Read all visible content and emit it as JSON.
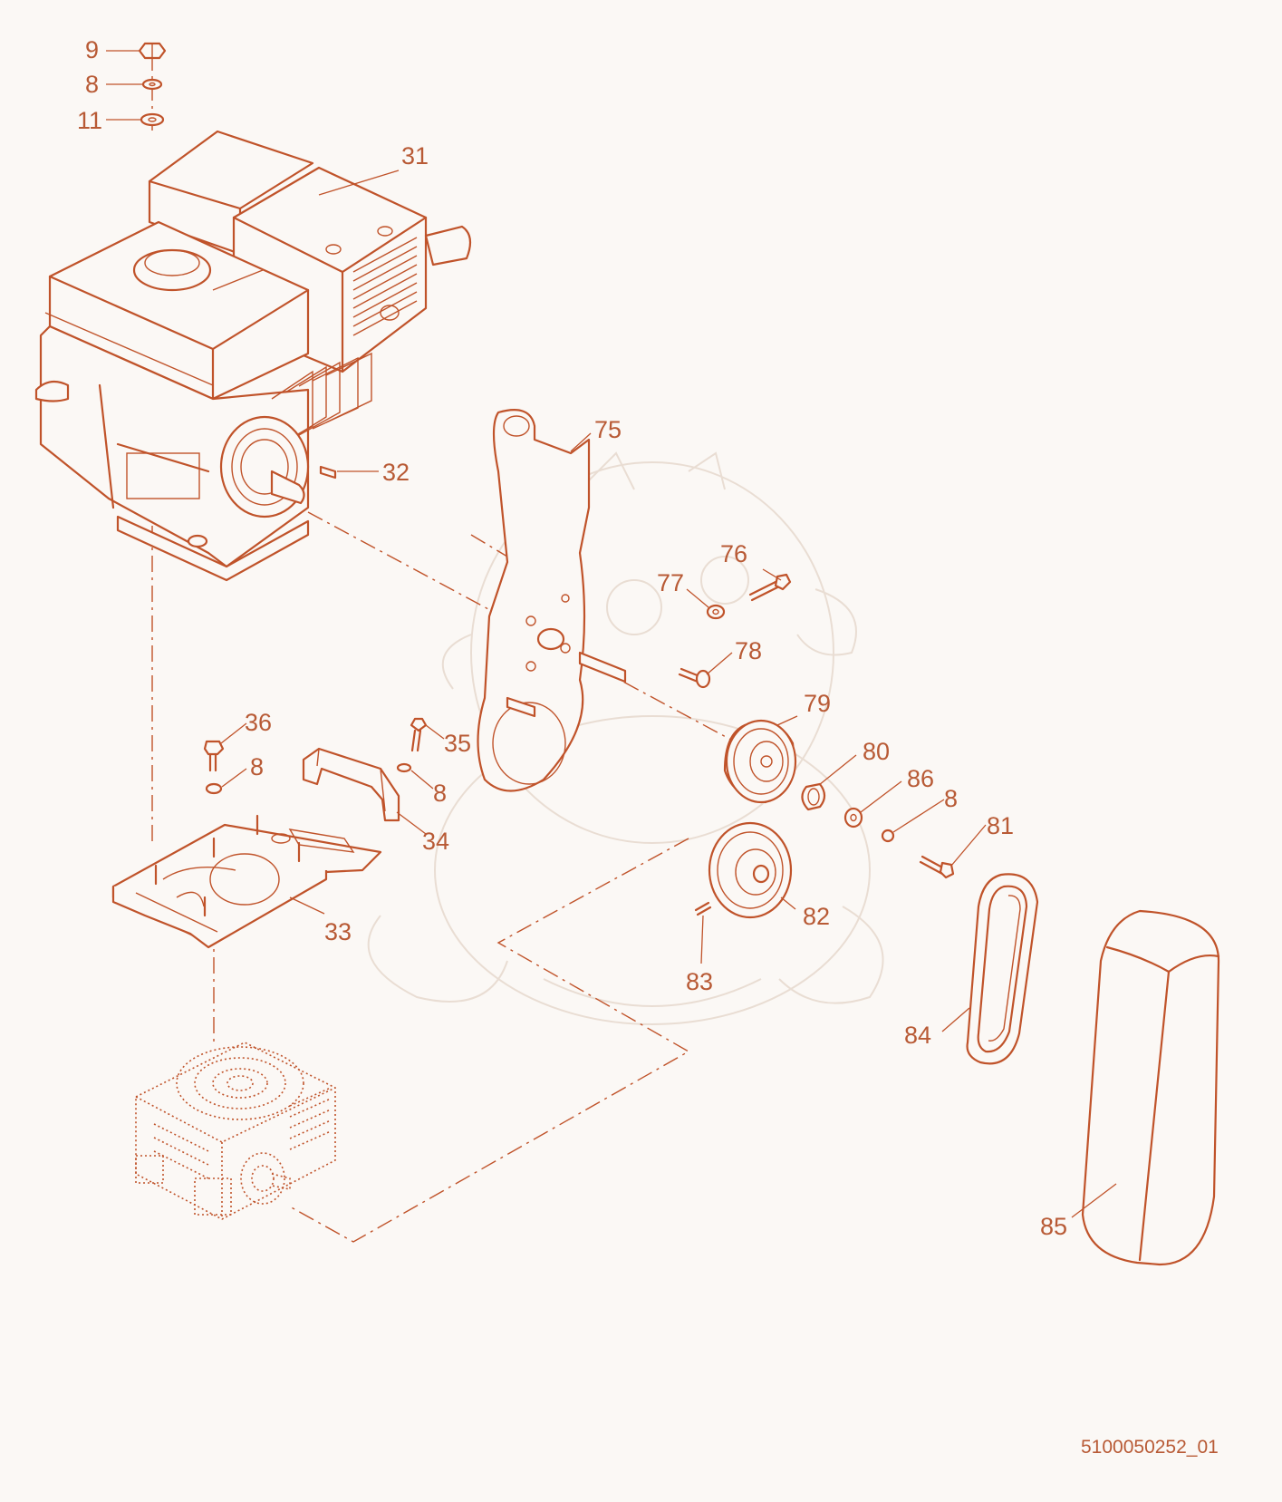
{
  "diagram": {
    "callouts": [
      {
        "id": "9",
        "label": "9"
      },
      {
        "id": "8a",
        "label": "8"
      },
      {
        "id": "11",
        "label": "11"
      },
      {
        "id": "31",
        "label": "31"
      },
      {
        "id": "32",
        "label": "32"
      },
      {
        "id": "75",
        "label": "75"
      },
      {
        "id": "76",
        "label": "76"
      },
      {
        "id": "77",
        "label": "77"
      },
      {
        "id": "78",
        "label": "78"
      },
      {
        "id": "79",
        "label": "79"
      },
      {
        "id": "80",
        "label": "80"
      },
      {
        "id": "86",
        "label": "86"
      },
      {
        "id": "8b",
        "label": "8"
      },
      {
        "id": "81",
        "label": "81"
      },
      {
        "id": "36",
        "label": "36"
      },
      {
        "id": "8c",
        "label": "8"
      },
      {
        "id": "35",
        "label": "35"
      },
      {
        "id": "8d",
        "label": "8"
      },
      {
        "id": "34",
        "label": "34"
      },
      {
        "id": "33",
        "label": "33"
      },
      {
        "id": "82",
        "label": "82"
      },
      {
        "id": "83",
        "label": "83"
      },
      {
        "id": "84",
        "label": "84"
      },
      {
        "id": "85",
        "label": "85"
      }
    ],
    "document_id": "5100050252_01"
  },
  "colors": {
    "line": "#c0532a",
    "label": "#b85a35",
    "background": "#fbf8f5"
  }
}
